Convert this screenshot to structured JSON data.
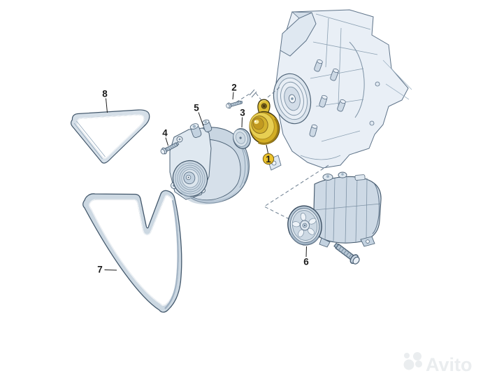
{
  "image": {
    "background": "#ffffff",
    "line_color": "#4e6377",
    "highlight_color": "#d4b12c",
    "callout_badge_color": "#ecc32d"
  },
  "callouts": [
    {
      "number": "1",
      "part": "belt-tensioner",
      "style": "circled-yellow"
    },
    {
      "number": "2",
      "part": "tensioner-bolt",
      "style": "plain"
    },
    {
      "number": "3",
      "part": "pulley-cap",
      "style": "plain"
    },
    {
      "number": "4",
      "part": "alternator-bolt",
      "style": "plain"
    },
    {
      "number": "5",
      "part": "alternator",
      "style": "plain"
    },
    {
      "number": "6",
      "part": "ac-compressor",
      "style": "plain"
    },
    {
      "number": "7",
      "part": "ribbed-belt-large",
      "style": "plain"
    },
    {
      "number": "8",
      "part": "ribbed-belt-small",
      "style": "plain"
    }
  ],
  "watermark": {
    "brand": "Avito"
  }
}
